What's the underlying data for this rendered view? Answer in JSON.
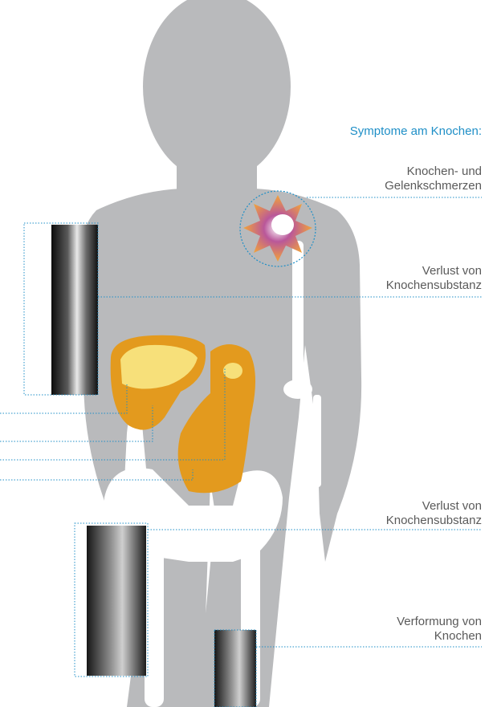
{
  "heading": "Symptome am Knochen:",
  "labels": [
    {
      "line1": "Knochen- und",
      "line2": "Gelenkschmerzen"
    },
    {
      "line1": "Verlust von",
      "line2": "Knochensubstanz"
    },
    {
      "line1": "Verlust von",
      "line2": "Knochensubstanz"
    },
    {
      "line1": "Verformung von",
      "line2": "Knochen"
    }
  ],
  "colors": {
    "body": "#b9babc",
    "organ": "#e39a1e",
    "organ_highlight": "#f7e07a",
    "bone": "#ffffff",
    "leader_line": "#1f8fc7",
    "heading": "#1f8fc7",
    "label_text": "#5a5a5a",
    "pain_burst": "#f2a43a"
  },
  "icons": [
    "human-silhouette",
    "liver-spleen-organs",
    "pain-burst-icon",
    "xray-image"
  ]
}
